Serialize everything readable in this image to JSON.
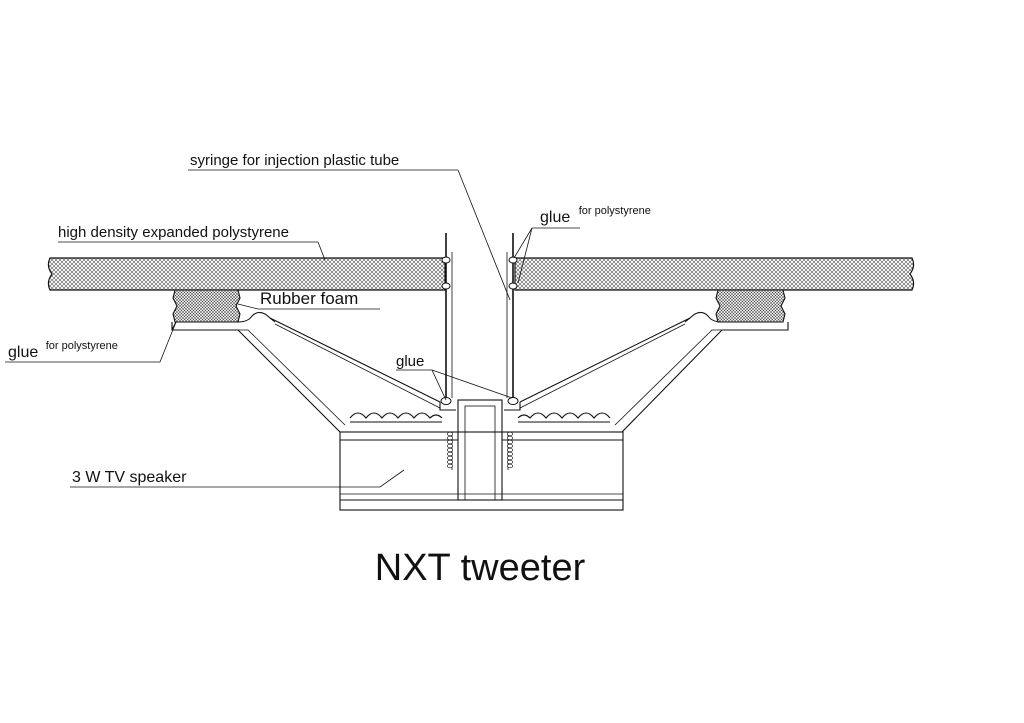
{
  "labels": {
    "syringe": "syringe for injection plastic tube",
    "glue_top_main": "glue",
    "glue_top_sup": "for polystyrene",
    "polystyrene": "high density expanded polystyrene",
    "rubber_foam": "Rubber foam",
    "glue_left_main": "glue",
    "glue_left_sup": "for polystyrene",
    "glue_center": "glue",
    "speaker": "3 W TV speaker",
    "title": "NXT tweeter"
  }
}
